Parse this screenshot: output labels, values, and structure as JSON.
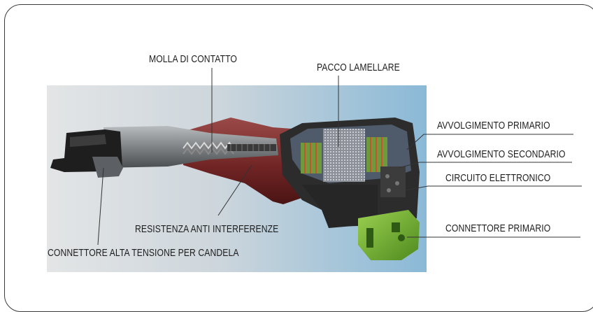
{
  "labels": {
    "molla": "MOLLA DI CONTATTO",
    "pacco": "PACCO LAMELLARE",
    "primario": "AVVOLGIMENTO PRIMARIO",
    "secondario": "AVVOLGIMENTO SECONDARIO",
    "circuito": "CIRCUITO ELETTRONICO",
    "resistenza": "RESISTENZA ANTI INTERFERENZE",
    "connettore_primario": "CONNETTORE PRIMARIO",
    "connettore_alta": "CONNETTORE ALTA TENSIONE PER CANDELA"
  },
  "colors": {
    "background_left": "#d8dadb",
    "background_right": "#8cbad8",
    "body_maroon": "#7a2a2a",
    "connector_green": "#7ab83a",
    "housing_dark": "#2b2b2b",
    "leader_line": "#333333"
  }
}
